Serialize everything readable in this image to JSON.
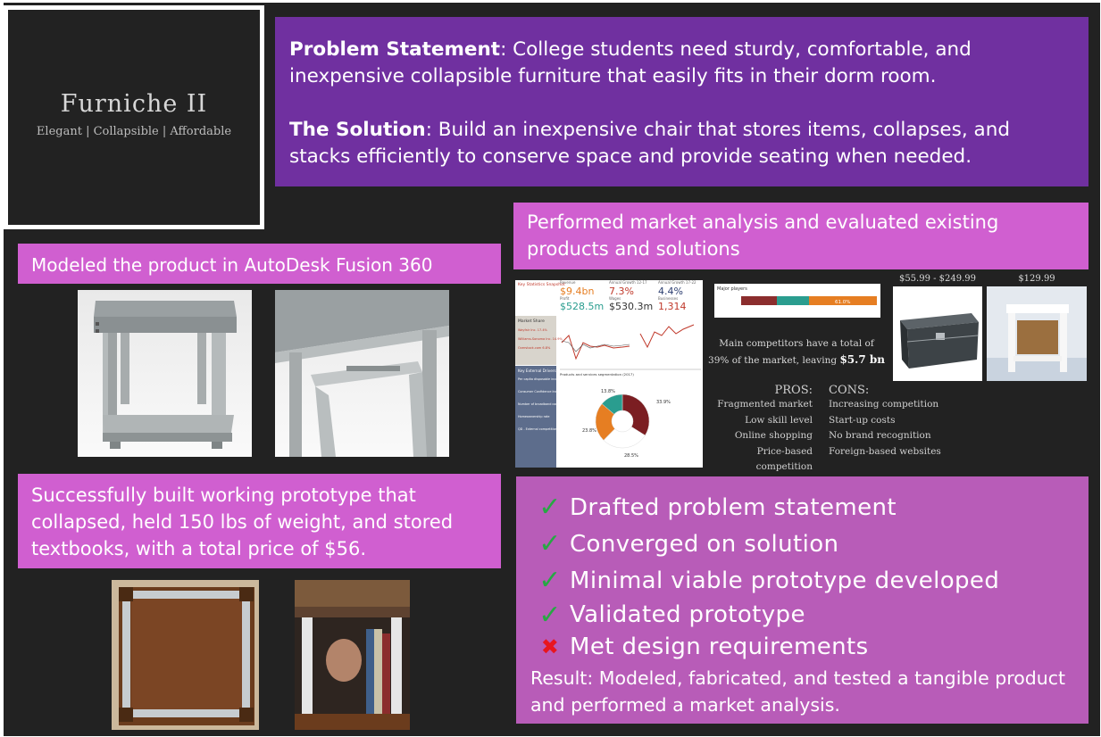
{
  "logo": {
    "title": "Furniche II",
    "tagline": "Elegant  |  Collapsible  | Affordable"
  },
  "problem": {
    "problem_label": "Problem Statement",
    "problem_text": ": College students need sturdy, comfortable, and inexpensive collapsible furniture that easily fits in their dorm room.",
    "solution_label": "The Solution",
    "solution_text": ": Build an inexpensive chair that stores items, collapses, and stacks efficiently to conserve space and provide seating when needed."
  },
  "sections": {
    "model_header": "Modeled the product in AutoDesk Fusion 360",
    "market_header": "Performed market analysis and evaluated existing products and solutions",
    "prototype_header": "Successfully built working prototype that collapsed, held 150 lbs of weight, and stored textbooks, with a total price of $56."
  },
  "report": {
    "snapshot": "Key Statistics Snapshot",
    "revenue_label": "Revenue",
    "revenue": "$9.4bn",
    "growth1_label": "Annual Growth 12-17",
    "growth1": "7.3%",
    "growth2_label": "Annual Growth 17-22",
    "growth2": "4.4%",
    "profit_label": "Profit",
    "profit": "$528.5m",
    "wages_label": "Wages",
    "wages": "$530.3m",
    "businesses_label": "Businesses",
    "businesses": "1,314",
    "market_share_label": "Market Share",
    "share_rows": [
      "Wayfair Inc. 17.4%",
      "Williams-Sonoma Inc. 14.9%",
      "Overstock.com 6.8%"
    ],
    "drivers_label": "Key External Drivers",
    "drivers": [
      "Per capita disposable income",
      "Consumer Confidence Index",
      "Number of broadband connections",
      "Homeownership rate",
      "QD - External competition"
    ],
    "pie_title": "Products and services segmentation (2017)",
    "pie_values": [
      33.9,
      28.5,
      23.8,
      13.8
    ],
    "pie_labels": [
      "33.9%",
      "28.5%",
      "23.8%",
      "13.8%"
    ]
  },
  "market": {
    "major_players": "Major players",
    "bar_pct": "61.0%",
    "competitors_text": "Main competitors have a total of 39% of the market, leaving",
    "competitors_bold": "$5.7 bn",
    "price_range_1": "$55.99 - $249.99",
    "price_range_2": "$129.99",
    "pros_header": "PROS:",
    "cons_header": "CONS:",
    "pros": [
      "Fragmented market",
      "Low skill level",
      "Online shopping",
      "Price-based competition"
    ],
    "cons": [
      "Increasing competition",
      "Start-up costs",
      "No brand recognition",
      "Foreign-based websites"
    ]
  },
  "checklist": {
    "items": [
      {
        "label": "Drafted  problem statement",
        "done": true
      },
      {
        "label": "Converged on solution",
        "done": true
      },
      {
        "label": "Minimal viable prototype developed",
        "done": true
      },
      {
        "label": "Validated prototype",
        "done": true
      },
      {
        "label": "Met design requirements",
        "done": false
      }
    ],
    "result": "Result: Modeled, fabricated, and tested a tangible product and performed a market analysis."
  },
  "colors": {
    "background": "#222222",
    "purple": "#7030a0",
    "pink": "#d05fd0",
    "checklist_bg": "#b85cb8",
    "check_green": "#27a844",
    "cross_red": "#e8151f"
  }
}
